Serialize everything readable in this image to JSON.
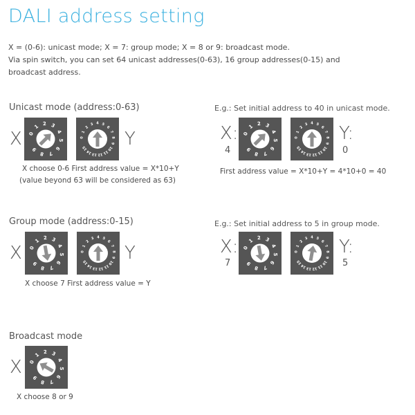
{
  "title": "DALI address setting",
  "intro": {
    "line1": "X = (0-6): unicast mode;    X = 7: group mode;    X = 8 or 9: broadcast mode.",
    "line2": "Via spin switch, you can set 64 unicast addresses(0-63), 16 group addresses(0-15) and",
    "line3": "broadcast address."
  },
  "unicast": {
    "title": "Unicast mode (address:0-63)",
    "x_label": "X",
    "y_label": "Y",
    "x_dial_position": "2",
    "y_dial_position": "0",
    "caption1": "X choose 0-6  First address value = X*10+Y",
    "caption2": "(value beyond 63 will be considered as 63)"
  },
  "unicast_example": {
    "title": "E.g.: Set initial address to 40 in unicast mode.",
    "x_label": "X:",
    "x_value": "4",
    "y_label": "Y:",
    "y_value": "0",
    "caption": "First address value = X*10+Y = 4*10+0 = 40"
  },
  "group": {
    "title": "Group mode (address:0-15)",
    "x_label": "X",
    "y_label": "Y",
    "caption": "X choose 7   First address value = Y"
  },
  "group_example": {
    "title": "E.g.: Set initial address to 5 in group mode.",
    "x_label": "X:",
    "x_value": "7",
    "y_label": "Y:",
    "y_value": "5"
  },
  "broadcast": {
    "title": "Broadcast  mode",
    "x_label": "X",
    "caption": "X choose 8 or 9"
  },
  "dials": {
    "ten_position_labels": [
      "0",
      "1",
      "2",
      "3",
      "4",
      "5",
      "6",
      "7",
      "8",
      "9"
    ],
    "sixteen_position_labels": [
      "0",
      "1",
      "2",
      "3",
      "4",
      "5",
      "6",
      "7",
      "8",
      "9",
      "10",
      "11",
      "12",
      "13",
      "14",
      "15"
    ],
    "colors": {
      "body": "#555555",
      "knob": "#ffffff",
      "arrow": "#8f8f8f",
      "text": "#ffffff"
    }
  }
}
